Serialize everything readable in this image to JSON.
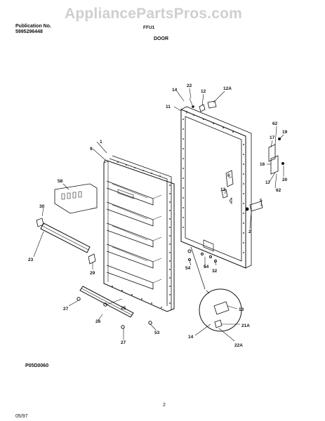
{
  "watermark": "AppliancePartsPros.com",
  "header": {
    "publication_label": "Publication No.",
    "publication_number": "5995296448",
    "model_code": "FFU1",
    "section_title": "DOOR"
  },
  "footer": {
    "diagram_code": "P05D0060",
    "page_number": "2",
    "date": "05/97"
  },
  "callouts": {
    "c1": "1",
    "c2": "2",
    "c5": "5",
    "c6": "6",
    "c9": "9",
    "c11": "11",
    "c12": "12",
    "c12a": "12A",
    "c13": "13",
    "c14a": "14",
    "c14b": "14",
    "c16": "16",
    "c17a": "17",
    "c17b": "17",
    "c19": "19",
    "c20": "20",
    "c21a": "21A",
    "c22a": "22",
    "c22b": "22A",
    "c23": "23",
    "c25": "25",
    "c26": "26",
    "c27a": "27",
    "c27b": "27",
    "c29": "29",
    "c30": "30",
    "c32": "32",
    "c53": "53",
    "c54": "54",
    "c58": "58",
    "c62a": "62",
    "c62b": "62"
  }
}
